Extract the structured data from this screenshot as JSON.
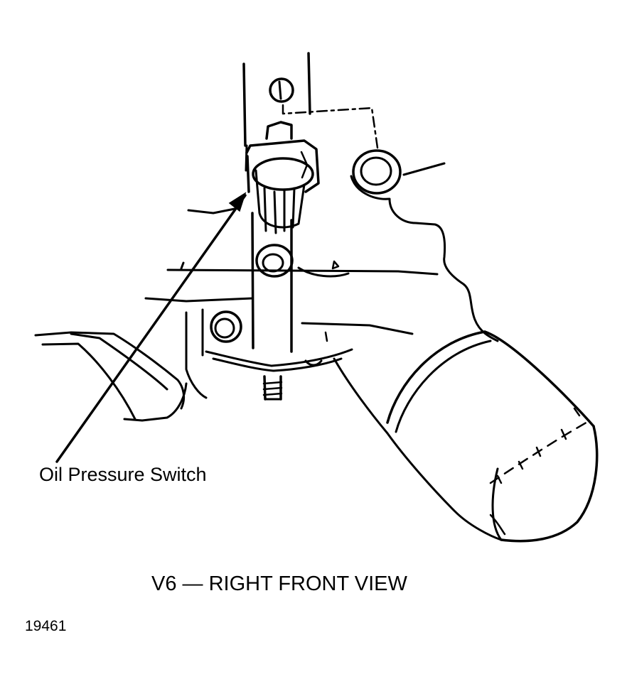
{
  "figure": {
    "callout_label": "Oil Pressure Switch",
    "caption": "V6 — RIGHT FRONT VIEW",
    "figure_number": "19461"
  },
  "colors": {
    "ink": "#000000",
    "background": "#ffffff"
  }
}
